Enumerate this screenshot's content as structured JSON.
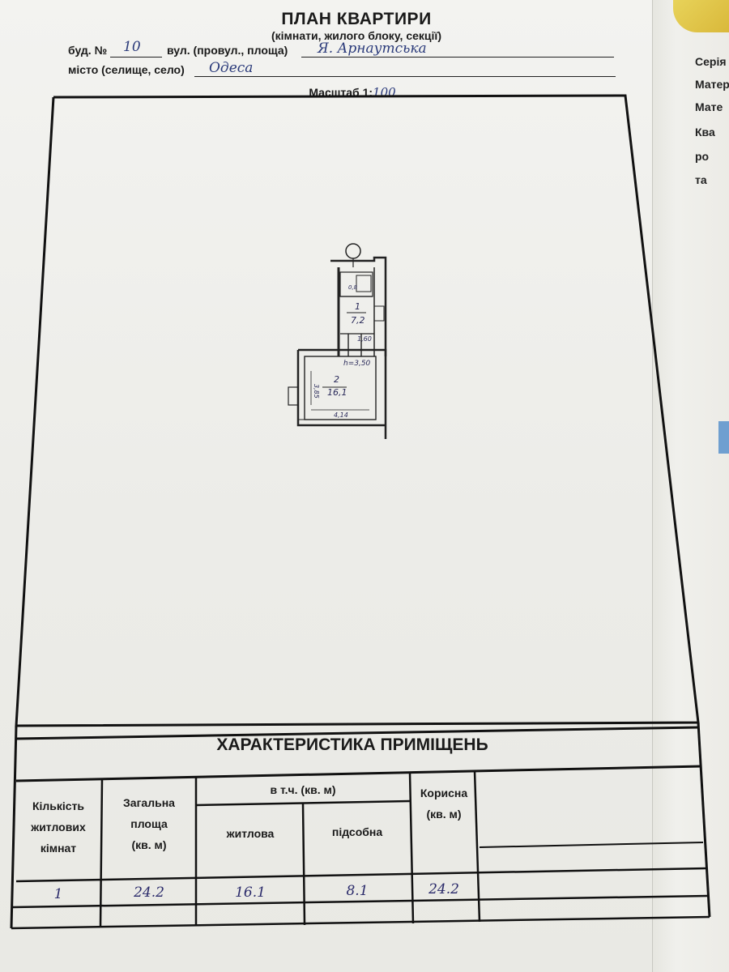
{
  "header": {
    "title": "ПЛАН КВАРТИРИ",
    "subtitle": "(кімнати, жилого блоку, секції)",
    "building_label": "буд. №",
    "building_no": "10",
    "street_label": "вул. (провул., площа)",
    "street_value": "Я. Арнаутська",
    "city_label": "місто (селище, село)",
    "city_value": "Одеса",
    "scale_label": "Масштаб 1:",
    "scale_value": "100"
  },
  "plan": {
    "room1_no": "1",
    "room1_area": "7,2",
    "room2_no": "2",
    "room2_area": "16,1",
    "height": "h=3,50",
    "dim_width": "4,14",
    "dim_depth": "3,85",
    "dim_passage": "1,60",
    "dim_small": "0,8"
  },
  "table": {
    "title": "ХАРАКТЕРИСТИКА ПРИМІЩЕНЬ",
    "col_rooms": [
      "Кількість",
      "житлових",
      "кімнат"
    ],
    "col_total": [
      "Загальна",
      "площа",
      "(кв. м)"
    ],
    "col_incl": "в т.ч. (кв. м)",
    "col_living": "житлова",
    "col_aux": "підсобна",
    "col_useful": [
      "Корисна",
      "(кв. м)"
    ],
    "row": {
      "rooms": "1",
      "total": "24.2",
      "living": "16.1",
      "aux": "8.1",
      "useful": "24.2"
    }
  },
  "side_sheet": [
    "Серія",
    "Матер",
    "Мате",
    "Ква",
    "ро",
    "та"
  ]
}
